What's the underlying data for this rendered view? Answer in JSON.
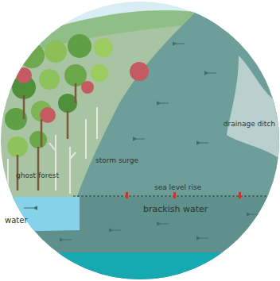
{
  "diagram": {
    "labels": [
      "ghost forest",
      "storm surge",
      "sea level rise",
      "brackish water",
      "drainage ditch",
      "water"
    ]
  }
}
